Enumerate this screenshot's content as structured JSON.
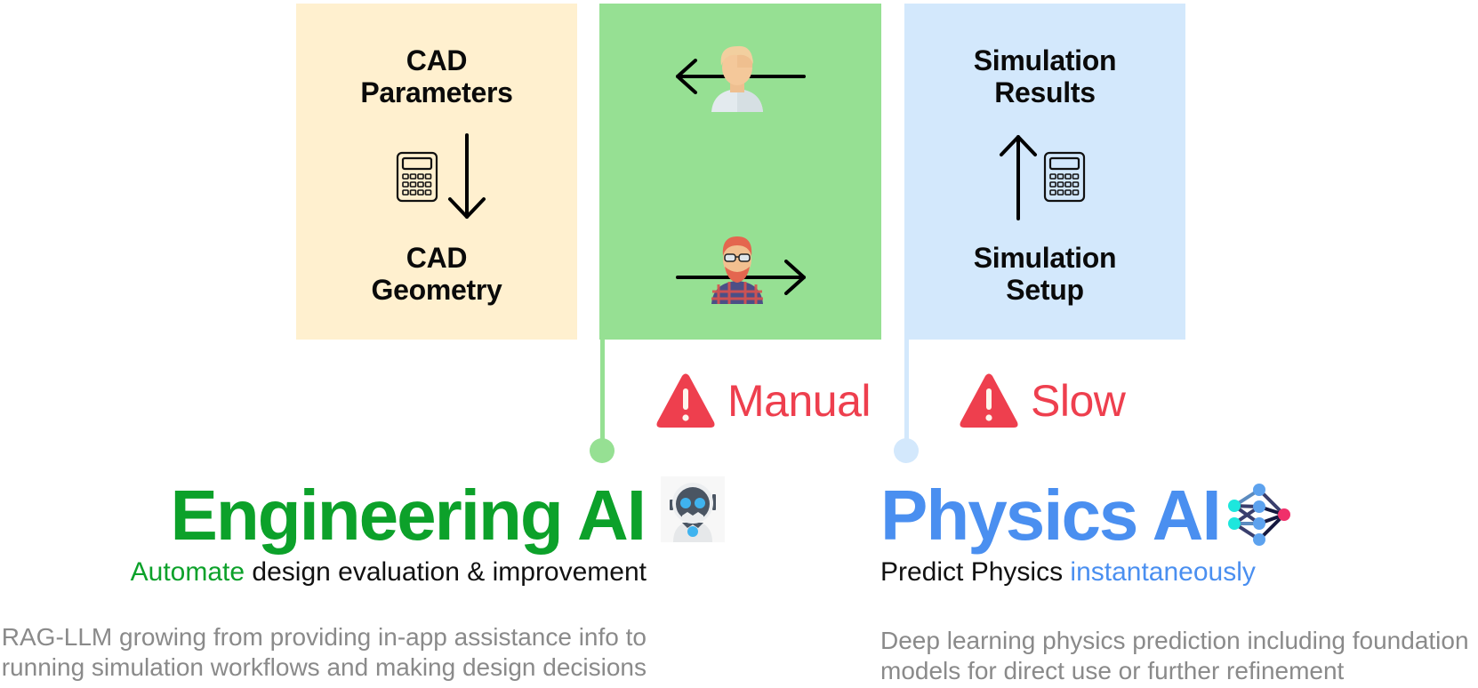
{
  "colors": {
    "yellow_panel": "#fff0cf",
    "green_panel": "#96e093",
    "blue_panel": "#d3e8fc",
    "engineering_green": "#0ca12a",
    "physics_blue": "#4a8ff0",
    "warning_red": "#ee3f4e",
    "description_gray": "#8a8a8a"
  },
  "panels": {
    "cad": {
      "top_label": [
        "CAD",
        "Parameters"
      ],
      "bottom_label": [
        "CAD",
        "Geometry"
      ],
      "icon": "calculator-icon",
      "arrow": "down"
    },
    "manual": {
      "top_icon": "person-icon",
      "top_arrow": "left",
      "bottom_icon": "engineer-icon",
      "bottom_arrow": "right"
    },
    "simulation": {
      "top_label": [
        "Simulation",
        "Results"
      ],
      "bottom_label": [
        "Simulation",
        "Setup"
      ],
      "icon": "calculator-icon",
      "arrow": "up"
    }
  },
  "warnings": [
    {
      "icon": "warning-icon",
      "label": "Manual"
    },
    {
      "icon": "warning-icon",
      "label": "Slow"
    }
  ],
  "engineering": {
    "title": "Engineering AI",
    "icon": "robot-icon",
    "subtitle_highlight": "Automate",
    "subtitle_rest": " design evaluation & improvement",
    "description": [
      "RAG-LLM growing from providing in-app assistance info to",
      "running simulation workflows and making design decisions"
    ]
  },
  "physics": {
    "title": "Physics AI",
    "icon": "neural-network-icon",
    "subtitle_rest": "Predict Physics ",
    "subtitle_highlight": "instantaneously",
    "description": [
      "Deep learning physics prediction including foundation",
      "models for direct use or further refinement"
    ]
  }
}
